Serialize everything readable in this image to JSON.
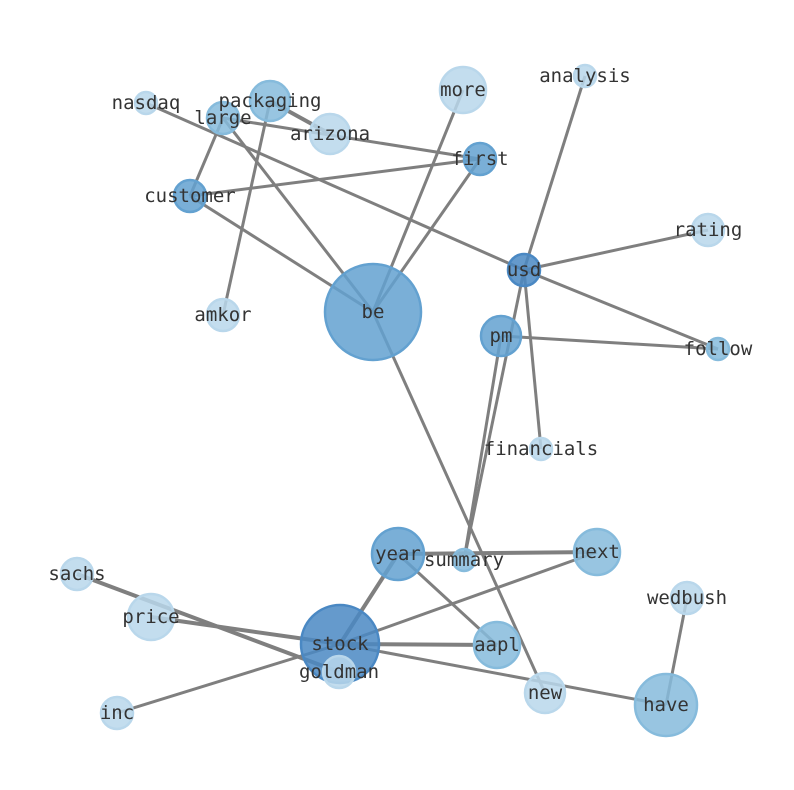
{
  "graph": {
    "type": "network",
    "node_colors": {
      "light": "#b9d7eb",
      "mid": "#86bbdc",
      "strong": "#63a1d0",
      "dark": "#4a88c3"
    },
    "edge_color": "#7f7f7f",
    "nodes": [
      {
        "id": "nasdaq",
        "label": "nasdaq",
        "tone": "light",
        "size": 1
      },
      {
        "id": "packaging",
        "label": "packaging",
        "tone": "mid",
        "size": 3
      },
      {
        "id": "large",
        "label": "large",
        "tone": "mid",
        "size": 2
      },
      {
        "id": "arizona",
        "label": "arizona",
        "tone": "light",
        "size": 3
      },
      {
        "id": "more",
        "label": "more",
        "tone": "light",
        "size": 4
      },
      {
        "id": "analysis",
        "label": "analysis",
        "tone": "light",
        "size": 1
      },
      {
        "id": "first",
        "label": "first",
        "tone": "strong",
        "size": 2
      },
      {
        "id": "customer",
        "label": "customer",
        "tone": "strong",
        "size": 2
      },
      {
        "id": "rating",
        "label": "rating",
        "tone": "light",
        "size": 2
      },
      {
        "id": "usd",
        "label": "usd",
        "tone": "dark",
        "size": 2
      },
      {
        "id": "amkor",
        "label": "amkor",
        "tone": "light",
        "size": 2
      },
      {
        "id": "be",
        "label": "be",
        "tone": "strong",
        "size": 10
      },
      {
        "id": "pm",
        "label": "pm",
        "tone": "strong",
        "size": 3
      },
      {
        "id": "follow",
        "label": "follow",
        "tone": "mid",
        "size": 1
      },
      {
        "id": "financials",
        "label": "financials",
        "tone": "light",
        "size": 1
      },
      {
        "id": "year",
        "label": "year",
        "tone": "strong",
        "size": 5
      },
      {
        "id": "summary",
        "label": "summary",
        "tone": "mid",
        "size": 1
      },
      {
        "id": "next",
        "label": "next",
        "tone": "mid",
        "size": 4
      },
      {
        "id": "sachs",
        "label": "sachs",
        "tone": "light",
        "size": 2
      },
      {
        "id": "wedbush",
        "label": "wedbush",
        "tone": "light",
        "size": 2
      },
      {
        "id": "price",
        "label": "price",
        "tone": "light",
        "size": 4
      },
      {
        "id": "stock",
        "label": "stock",
        "tone": "dark",
        "size": 8
      },
      {
        "id": "aapl",
        "label": "aapl",
        "tone": "mid",
        "size": 4
      },
      {
        "id": "goldman",
        "label": "goldman",
        "tone": "light",
        "size": 2
      },
      {
        "id": "new",
        "label": "new",
        "tone": "light",
        "size": 3
      },
      {
        "id": "have",
        "label": "have",
        "tone": "mid",
        "size": 6
      },
      {
        "id": "inc",
        "label": "inc",
        "tone": "light",
        "size": 2
      }
    ],
    "edges": [
      [
        "nasdaq",
        "usd",
        1
      ],
      [
        "packaging",
        "arizona",
        2
      ],
      [
        "packaging",
        "amkor",
        1
      ],
      [
        "large",
        "first",
        1
      ],
      [
        "large",
        "customer",
        1
      ],
      [
        "large",
        "be",
        1
      ],
      [
        "customer",
        "first",
        1
      ],
      [
        "customer",
        "be",
        1
      ],
      [
        "more",
        "be",
        1
      ],
      [
        "first",
        "be",
        1
      ],
      [
        "be",
        "new",
        1
      ],
      [
        "usd",
        "analysis",
        1
      ],
      [
        "usd",
        "rating",
        1
      ],
      [
        "usd",
        "follow",
        1
      ],
      [
        "usd",
        "financials",
        1
      ],
      [
        "usd",
        "summary",
        1
      ],
      [
        "pm",
        "summary",
        1
      ],
      [
        "pm",
        "follow",
        1
      ],
      [
        "year",
        "next",
        2
      ],
      [
        "year",
        "stock",
        2
      ],
      [
        "year",
        "aapl",
        1
      ],
      [
        "stock",
        "next",
        1
      ],
      [
        "stock",
        "aapl",
        2
      ],
      [
        "stock",
        "price",
        2
      ],
      [
        "stock",
        "have",
        1
      ],
      [
        "stock",
        "inc",
        1
      ],
      [
        "sachs",
        "goldman",
        2
      ],
      [
        "wedbush",
        "have",
        1
      ]
    ]
  }
}
